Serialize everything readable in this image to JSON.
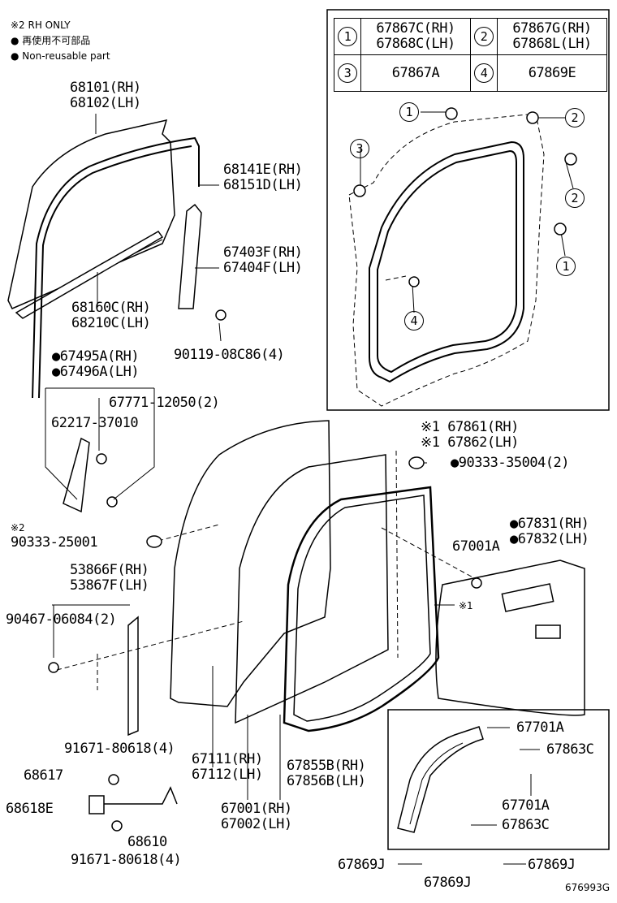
{
  "notes": {
    "rh_only": "※2 RH ONLY",
    "non_reusable_jp": "● 再使用不可部品",
    "non_reusable_en": "● Non-reusable part"
  },
  "reference_table": {
    "rows": [
      [
        {
          "num": "1",
          "parts": [
            "67867C(RH)",
            "67868C(LH)"
          ]
        },
        {
          "num": "2",
          "parts": [
            "67867G(RH)",
            "67868L(LH)"
          ]
        }
      ],
      [
        {
          "num": "3",
          "parts": [
            "67867A"
          ]
        },
        {
          "num": "4",
          "parts": [
            "67869E"
          ]
        }
      ]
    ]
  },
  "inset_callouts": [
    "1",
    "2",
    "3",
    "2",
    "1",
    "4"
  ],
  "labels": {
    "glass": [
      "68101(RH)",
      "68102(LH)"
    ],
    "run_channel": [
      "68141E(RH)",
      "68151D(LH)"
    ],
    "division_bar": [
      "67403F(RH)",
      "67404F(LH)"
    ],
    "glass_channel": [
      "68160C(RH)",
      "68210C(LH)"
    ],
    "bolt_90119": "90119-08C86(4)",
    "frame_mirror": [
      "●67495A(RH)",
      "●67496A(LH)"
    ],
    "clip_67771": "67771-12050(2)",
    "clip_62217": "62217-37010",
    "weatherstrip": [
      "※1 67861(RH)",
      "※1 67862(LH)"
    ],
    "plug_90333_35004": "●90333-35004(2)",
    "plug_90333_25001_mark": "※2",
    "plug_90333_25001": "90333-25001",
    "service_hole_cover": [
      "●67831(RH)",
      "●67832(LH)"
    ],
    "clip_67001a": "67001A",
    "mark_x1": "※1",
    "hinge": [
      "53866F(RH)",
      "53867F(LH)"
    ],
    "bolt_90467": "90467-06084(2)",
    "bolt_91671_top": "91671-80618(4)",
    "pin_68617": "68617",
    "check_68618e": "68618E",
    "check_68610": "68610",
    "bolt_91671_bottom": "91671-80618(4)",
    "door_panel": [
      "67111(RH)",
      "67112(LH)"
    ],
    "door_assy": [
      "67001(RH)",
      "67002(LH)"
    ],
    "seal_67855": [
      "67855B(RH)",
      "67856B(LH)"
    ],
    "clip_67701a_1": "67701A",
    "clip_67863c_1": "67863C",
    "clip_67701a_2": "67701A",
    "clip_67863c_2": "67863C",
    "clip_67869j_left": "67869J",
    "clip_67869j_center": "67869J",
    "clip_67869j_right": "67869J",
    "figure_number": "676993G"
  }
}
